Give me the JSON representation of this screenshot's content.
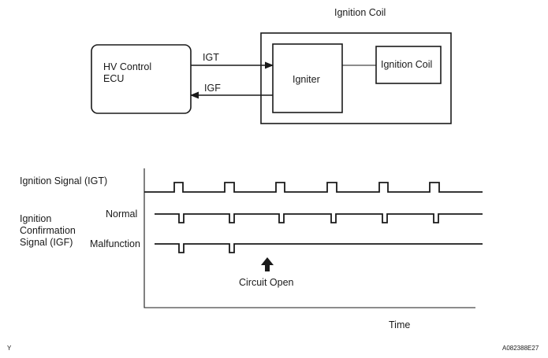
{
  "block_diagram": {
    "ignition_coil_assembly_title": "Ignition Coil",
    "hv_control_ecu": "HV Control\nECU",
    "igniter": "Igniter",
    "ignition_coil_inner": "Ignition Coil",
    "igt_signal": "IGT",
    "igf_signal": "IGF"
  },
  "timing_chart": {
    "igt_label": "Ignition Signal (IGT)",
    "igf_label": "Ignition\nConfirmation\nSignal (IGF)",
    "normal_label": "Normal",
    "malfunction_label": "Malfunction",
    "circuit_open_label": "Circuit Open",
    "time_axis_label": "Time"
  },
  "corner_marks": {
    "left": "Y",
    "right": "A082388E27"
  }
}
